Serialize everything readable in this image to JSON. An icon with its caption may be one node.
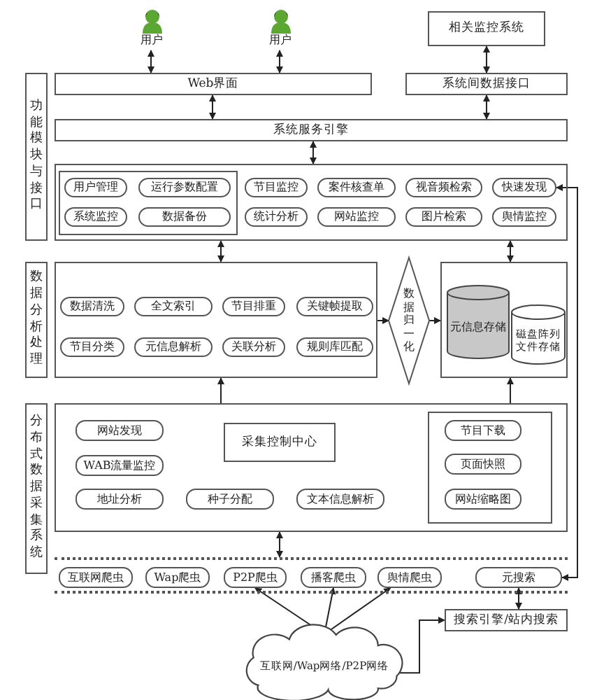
{
  "diagram": {
    "nodes": [
      {
        "text": [
          "用户"
        ]
      },
      {
        "text": [
          "用户"
        ]
      },
      {
        "text": [
          "相关监控系统"
        ]
      },
      {
        "text": [
          "Web界面"
        ]
      },
      {
        "text": [
          "系统间数据接口"
        ]
      },
      {
        "text": [
          "系统服务引擎"
        ]
      },
      {
        "text": [
          "功能模块与接口"
        ]
      },
      {
        "text": [],
        "shape": "box"
      },
      {
        "text": [],
        "shape": "box",
        "in": 7
      },
      {
        "text": [
          "用户管理"
        ],
        "in": 8
      },
      {
        "text": [
          "运行参数配置"
        ],
        "in": 8
      },
      {
        "text": [
          "系统监控"
        ],
        "in": 8
      },
      {
        "text": [
          "数据备份"
        ],
        "in": 8
      },
      {
        "text": [
          "节目监控"
        ],
        "in": 7
      },
      {
        "text": [
          "案件核查单"
        ],
        "in": 7
      },
      {
        "text": [
          "视音频检索"
        ],
        "in": 7
      },
      {
        "text": [
          "快速发现"
        ],
        "in": 7
      },
      {
        "text": [
          "统计分析"
        ],
        "in": 7
      },
      {
        "text": [
          "网站监控"
        ],
        "in": 7
      },
      {
        "text": [
          "图片检索"
        ],
        "in": 7
      },
      {
        "text": [
          "舆情监控"
        ],
        "in": 7
      },
      {
        "text": [
          "数据分析处理"
        ]
      },
      {
        "text": [],
        "shape": "box"
      },
      {
        "text": [
          "数据清洗"
        ],
        "in": 22
      },
      {
        "text": [
          "全文索引"
        ],
        "in": 22
      },
      {
        "text": [
          "节目排重"
        ],
        "in": 22
      },
      {
        "text": [
          "关键帧提取"
        ],
        "in": 22
      },
      {
        "text": [
          "节目分类"
        ],
        "in": 22
      },
      {
        "text": [
          "元信息解析"
        ],
        "in": 22
      },
      {
        "text": [
          "关联分析"
        ],
        "in": 22
      },
      {
        "text": [
          "规则库匹配"
        ],
        "in": 22
      },
      {
        "text": [
          "数据归一化"
        ]
      },
      {
        "text": [],
        "shape": "box"
      },
      {
        "text": [
          "元信息存储"
        ],
        "in": 32
      },
      {
        "text": [
          "磁盘阵列文件存储"
        ],
        "in": 32
      },
      {
        "text": [
          "分布式数据采集系统"
        ]
      },
      {
        "text": [],
        "shape": "box"
      },
      {
        "text": [
          "网站发现"
        ],
        "in": 36
      },
      {
        "text": [
          "采集控制中心"
        ],
        "in": 36
      },
      {
        "text": [
          "WAB流量监控"
        ],
        "in": 36
      },
      {
        "text": [
          "地址分析"
        ],
        "in": 36
      },
      {
        "text": [
          "种子分配"
        ],
        "in": 36
      },
      {
        "text": [
          "文本信息解析"
        ],
        "in": 36
      },
      {
        "text": [],
        "shape": "box",
        "in": 36
      },
      {
        "text": [
          "节目下载"
        ],
        "in": 43
      },
      {
        "text": [
          "页面快照"
        ],
        "in": 43
      },
      {
        "text": [
          "网站缩略图"
        ],
        "in": 43
      },
      {
        "text": [],
        "shape": "band"
      },
      {
        "text": [
          "互联网爬虫"
        ],
        "in": 47
      },
      {
        "text": [
          "Wap爬虫"
        ],
        "in": 47
      },
      {
        "text": [
          "P2P爬虫"
        ],
        "in": 47
      },
      {
        "text": [
          "播客爬虫"
        ],
        "in": 47
      },
      {
        "text": [
          "舆情爬虫"
        ],
        "in": 47
      },
      {
        "text": [
          "元搜索"
        ],
        "in": 47
      },
      {
        "text": [
          "搜索引擎/站内搜索"
        ]
      },
      {
        "text": [
          "互联网/Wap网络/P2P网络"
        ]
      }
    ],
    "edges": [
      {
        "from": 0,
        "to": 3,
        "arrow": "both"
      },
      {
        "from": 1,
        "to": 3,
        "arrow": "both"
      },
      {
        "from": 2,
        "to": 4,
        "arrow": "both"
      },
      {
        "from": 3,
        "to": 5,
        "arrow": "both"
      },
      {
        "from": 4,
        "to": 5,
        "arrow": "both"
      },
      {
        "from": 5,
        "to": 7,
        "arrow": "both"
      },
      {
        "from": 7,
        "to": 22,
        "arrow": "both"
      },
      {
        "from": 7,
        "to": 32,
        "arrow": "both"
      },
      {
        "from": 22,
        "to": 31,
        "arrow": "to"
      },
      {
        "from": 31,
        "to": 32,
        "arrow": "to"
      },
      {
        "from": 36,
        "to": 22,
        "arrow": "to"
      },
      {
        "from": 36,
        "to": 32,
        "arrow": "to"
      },
      {
        "from": 36,
        "to": 47,
        "arrow": "both"
      },
      {
        "from": 55,
        "to": 50,
        "arrow": "to"
      },
      {
        "from": 55,
        "to": 51,
        "arrow": "to"
      },
      {
        "from": 55,
        "to": 52,
        "arrow": "to"
      },
      {
        "from": 55,
        "to": 54,
        "arrow": "to"
      },
      {
        "from": 53,
        "to": 54,
        "arrow": "both"
      },
      {
        "from": 53,
        "to": 16,
        "arrow": "both"
      }
    ]
  }
}
